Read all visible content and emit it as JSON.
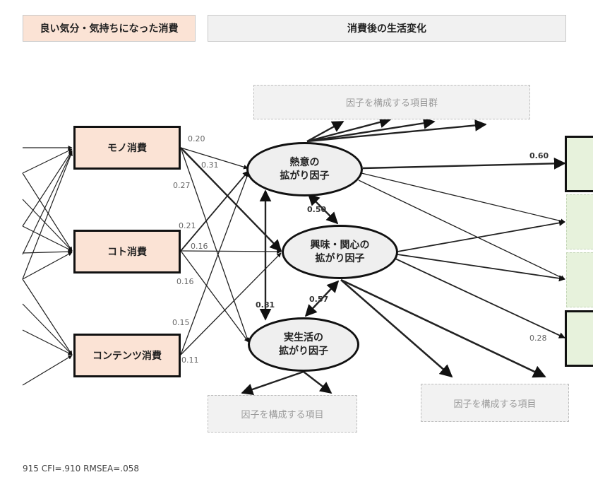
{
  "headers": {
    "left": "良い気分・気持ちになった消費",
    "right": "消費後の生活変化"
  },
  "consumption_nodes": [
    {
      "id": "mono",
      "label": "モノ消費"
    },
    {
      "id": "koto",
      "label": "コト消費"
    },
    {
      "id": "contents",
      "label": "コンテンツ消費"
    }
  ],
  "factor_nodes": [
    {
      "id": "netsui",
      "line1": "熱意の",
      "line2": "拡がり因子"
    },
    {
      "id": "kyomi",
      "line1": "興味・関心の",
      "line2": "拡がり因子"
    },
    {
      "id": "jisseikatsu",
      "line1": "実生活の",
      "line2": "拡がり因子"
    }
  ],
  "item_boxes": {
    "top": "因子を構成する項目群",
    "bottom_left": "因子を構成する項目",
    "bottom_right": "因子を構成する項目"
  },
  "path_coefficients": {
    "mono_netsui": "0.20",
    "mono_kyomi": "0.31",
    "mono_jisseikatsu": "0.27",
    "koto_netsui": "0.21",
    "koto_kyomi": "0.16",
    "koto_jisseikatsu": "0.16",
    "contents_netsui": "0.15",
    "contents_kyomi": "0.11"
  },
  "factor_correlations": {
    "netsui_kyomi": "0.50",
    "kyomi_jisseikatsu": "0.57",
    "netsui_jisseikatsu": "0.81"
  },
  "outcome_coefficients": {
    "netsui_outcome1": "0.60",
    "outcome4": "0.28"
  },
  "fit_indices": "915 CFI=.910 RMSEA=.058"
}
